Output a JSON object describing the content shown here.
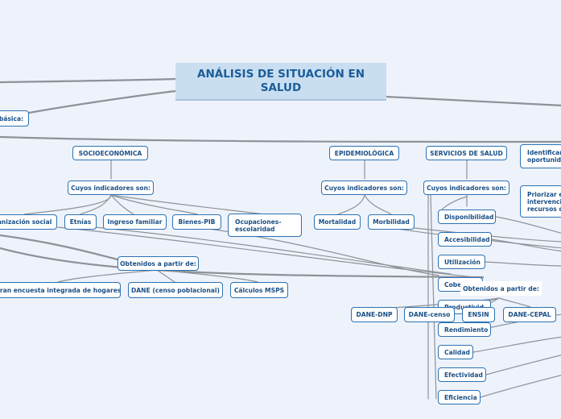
{
  "central": {
    "title": "ANÁLISIS DE SITUACIÓN EN SALUD"
  },
  "left_partial": {
    "basica": "básica:"
  },
  "branches": {
    "socioeconomica": {
      "title": "SOCIOECONÓMICA",
      "indicators_label": "Cuyos indicadores son:",
      "indicators": [
        "anización social",
        "Etnías",
        "Ingreso familiar",
        "Bienes-PIB",
        "Ocupaciones-escolaridad"
      ],
      "sources_label": "Obtenidos a partir de:",
      "sources": [
        "Gran encuesta integrada de hogares",
        "DANE (censo poblacional)",
        "Cálculos MSPS"
      ]
    },
    "epidemiologica": {
      "title": "EPIDEMIOLÓGICA",
      "indicators_label": "Cuyos indicadores son:",
      "indicators": [
        "Mortalidad",
        "Morbilidad"
      ]
    },
    "servicios": {
      "title": "SERVICIOS DE SALUD",
      "indicators_label": "Cuyos indicadores son:",
      "indicators": [
        "Disponibilidad",
        "Accesibilidad",
        "Utilización",
        "Cobe",
        "Productivid",
        "Rendimiento",
        "Calidad",
        "Efectividad",
        "Eficiencia"
      ],
      "sources_label": "Obtenidos a partir de:",
      "sources": [
        "DANE-DNP",
        "DANE-censo",
        "ENSIN",
        "DANE-CEPAL"
      ]
    }
  },
  "right_partial": {
    "identificar": "Identificar oportunida",
    "priorizar": "Priorizar el intervencio recursos di"
  },
  "colors": {
    "line": "#8d9299",
    "node_border": "#2b72b4",
    "node_text": "#1a4f86",
    "central_bg": "#c9def0",
    "title_text": "#1a5d9a"
  }
}
